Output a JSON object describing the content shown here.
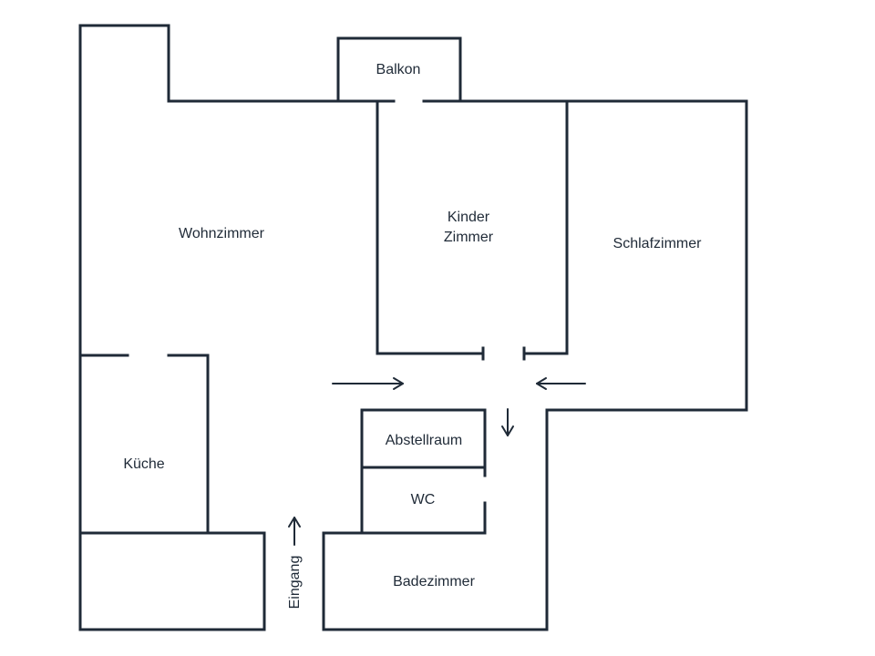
{
  "colors": {
    "wall": "#1f2a37",
    "background": "#ffffff"
  },
  "rooms": {
    "balkon": "Balkon",
    "wohnzimmer": "Wohnzimmer",
    "kinder_line1": "Kinder",
    "kinder_line2": "Zimmer",
    "schlafzimmer": "Schlafzimmer",
    "kueche": "Küche",
    "abstellraum": "Abstellraum",
    "wc": "WC",
    "badezimmer": "Badezimmer"
  },
  "entrance": {
    "label": "Eingang"
  }
}
